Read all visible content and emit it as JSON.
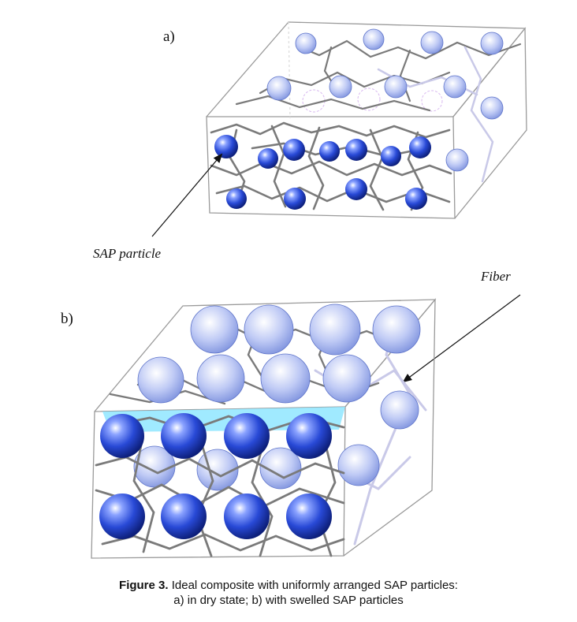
{
  "panels": [
    {
      "tag": "a)"
    },
    {
      "tag": "b)"
    }
  ],
  "labels": {
    "sap": "SAP particle",
    "fiber": "Fiber"
  },
  "caption": {
    "figure_number": "Figure 3.",
    "line1": "Ideal composite with uniformly arranged SAP particles:",
    "line2": "a) in dry state; b) with swelled SAP particles"
  },
  "colors": {
    "particle_dark": "#1f3fbf",
    "particle_light": "#a9b9f2",
    "fiber": "#7a7a7a",
    "fiber_faint": "#c9c9e8",
    "water": "#8fe6ff",
    "box_edge": "#9a9a9a"
  }
}
